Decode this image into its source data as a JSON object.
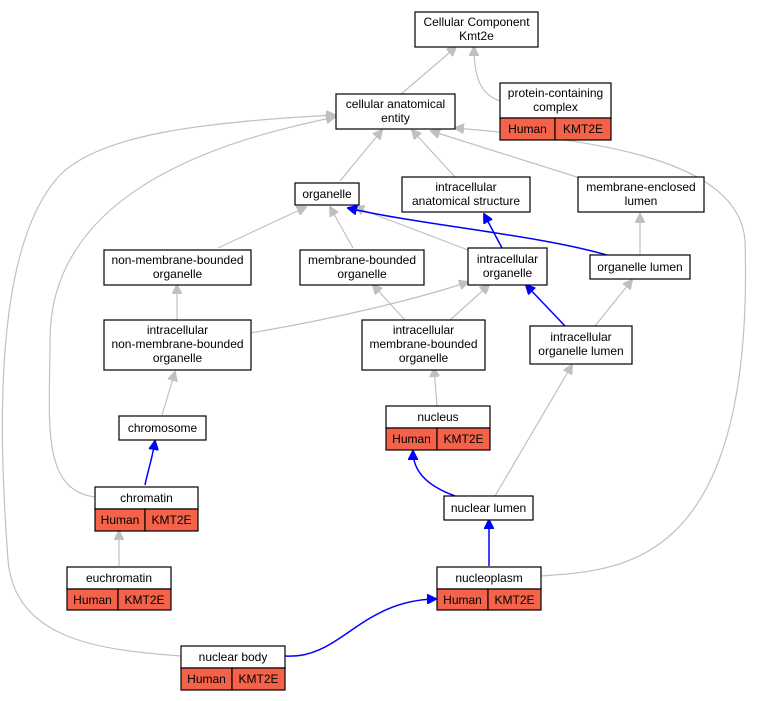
{
  "nodes": {
    "root": [
      "Cellular Component",
      "Kmt2e"
    ],
    "cae": [
      "cellular anatomical",
      "entity"
    ],
    "pcc": [
      "protein-containing",
      "complex"
    ],
    "organelle": [
      "organelle"
    ],
    "ias": [
      "intracellular",
      "anatomical structure"
    ],
    "mel": [
      "membrane-enclosed",
      "lumen"
    ],
    "nmbo": [
      "non-membrane-bounded",
      "organelle"
    ],
    "mbo": [
      "membrane-bounded",
      "organelle"
    ],
    "io": [
      "intracellular",
      "organelle"
    ],
    "olumen": [
      "organelle lumen"
    ],
    "inmbo": [
      "intracellular",
      "non-membrane-bounded",
      "organelle"
    ],
    "imbo": [
      "intracellular",
      "membrane-bounded",
      "organelle"
    ],
    "iol": [
      "intracellular",
      "organelle lumen"
    ],
    "chromosome": [
      "chromosome"
    ],
    "nucleus": [
      "nucleus"
    ],
    "chromatin": [
      "chromatin"
    ],
    "nlumen": [
      "nuclear lumen"
    ],
    "euchromatin": [
      "euchromatin"
    ],
    "nucleoplasm": [
      "nucleoplasm"
    ],
    "nbody": [
      "nuclear body"
    ]
  },
  "annotations": {
    "species": "Human",
    "gene": "KMT2E"
  },
  "colors": {
    "annotation_fill": "#f4624a",
    "is_a_edge": "#c0c0c0",
    "part_of_edge": "#0000ff"
  }
}
